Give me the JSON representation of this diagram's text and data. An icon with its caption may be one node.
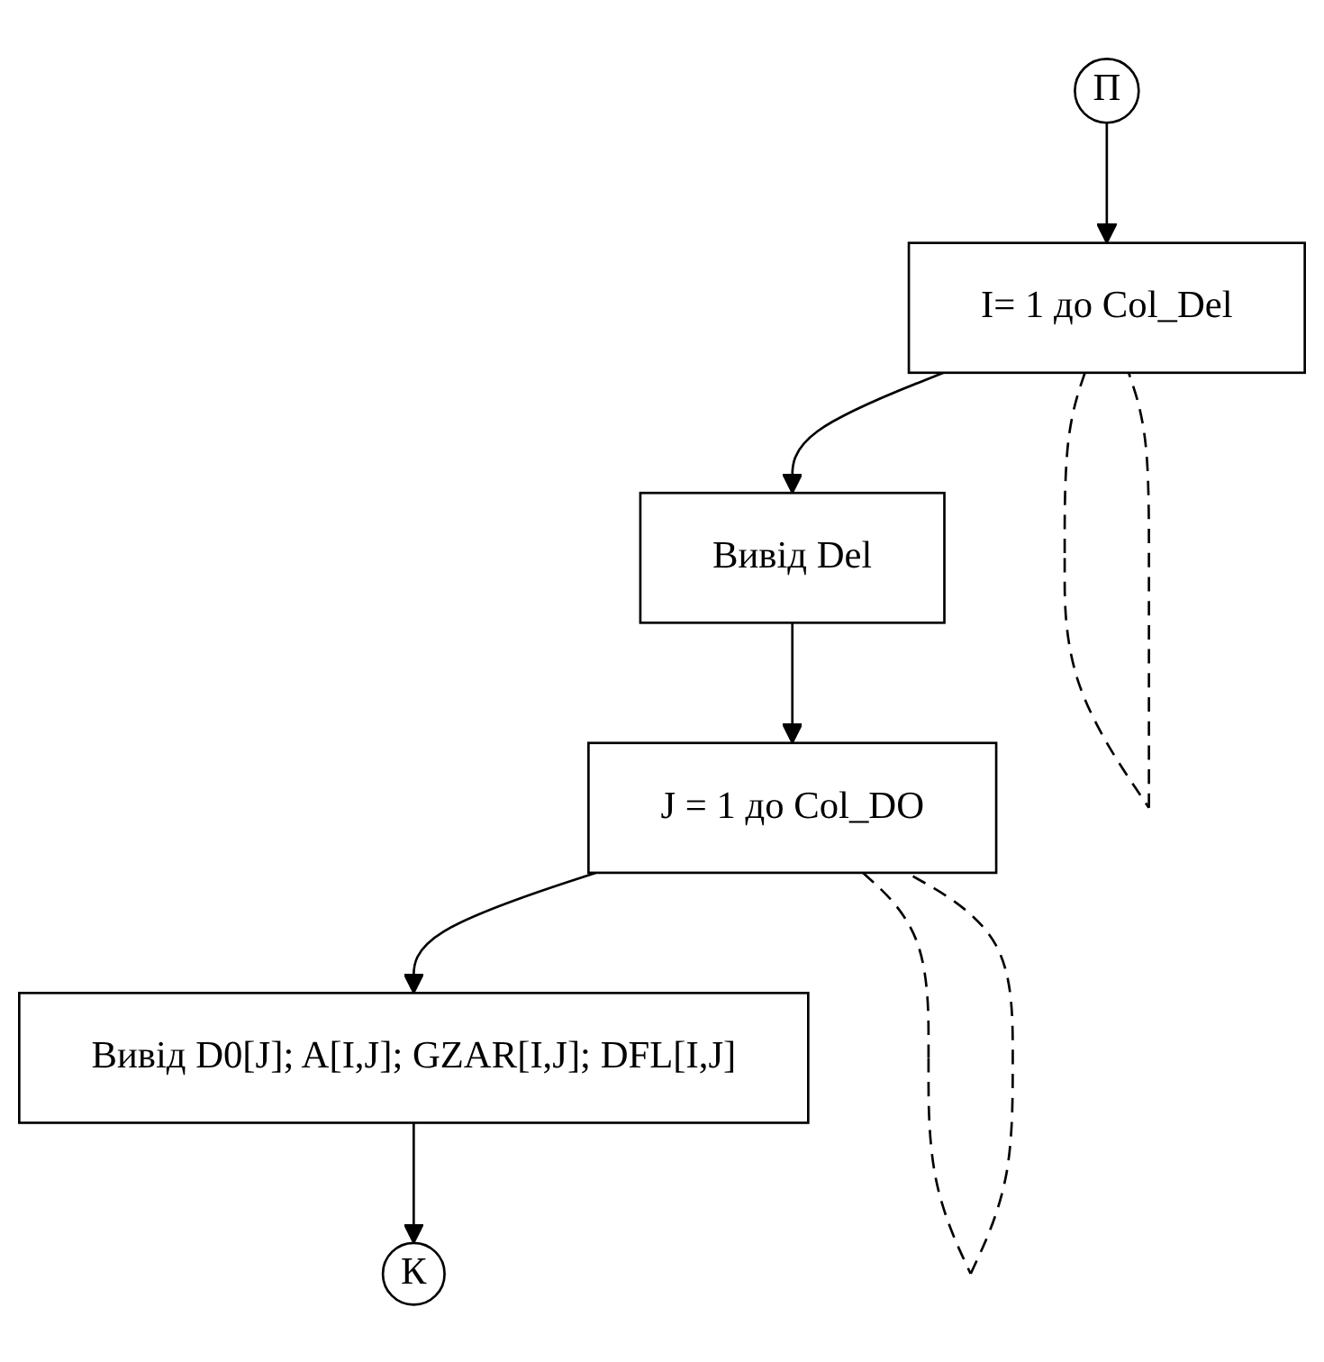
{
  "diagram": {
    "nodes": [
      {
        "text": [
          "П"
        ]
      },
      {
        "text": [
          "I= 1 до Col_Del"
        ]
      },
      {
        "text": [
          "Вивід  Del"
        ]
      },
      {
        "text": [
          "J = 1 до Col_DO"
        ]
      },
      {
        "text": [
          "Вивід  D0[J]; A[I,J]; GZAR[I,J]; DFL[I,J]"
        ]
      },
      {
        "text": [
          "К"
        ]
      }
    ],
    "edges": [
      {
        "from": 0,
        "to": 1,
        "arrow": "to"
      },
      {
        "from": 1,
        "to": 2,
        "arrow": "to"
      },
      {
        "from": 2,
        "to": 3,
        "arrow": "to"
      },
      {
        "from": 3,
        "to": 4,
        "arrow": "to"
      },
      {
        "from": 4,
        "to": 5,
        "arrow": "to"
      },
      {
        "from": 3,
        "to": 3,
        "arrow": "none",
        "style": "dashed"
      },
      {
        "from": 1,
        "to": 1,
        "arrow": "none",
        "style": "dashed"
      }
    ]
  }
}
